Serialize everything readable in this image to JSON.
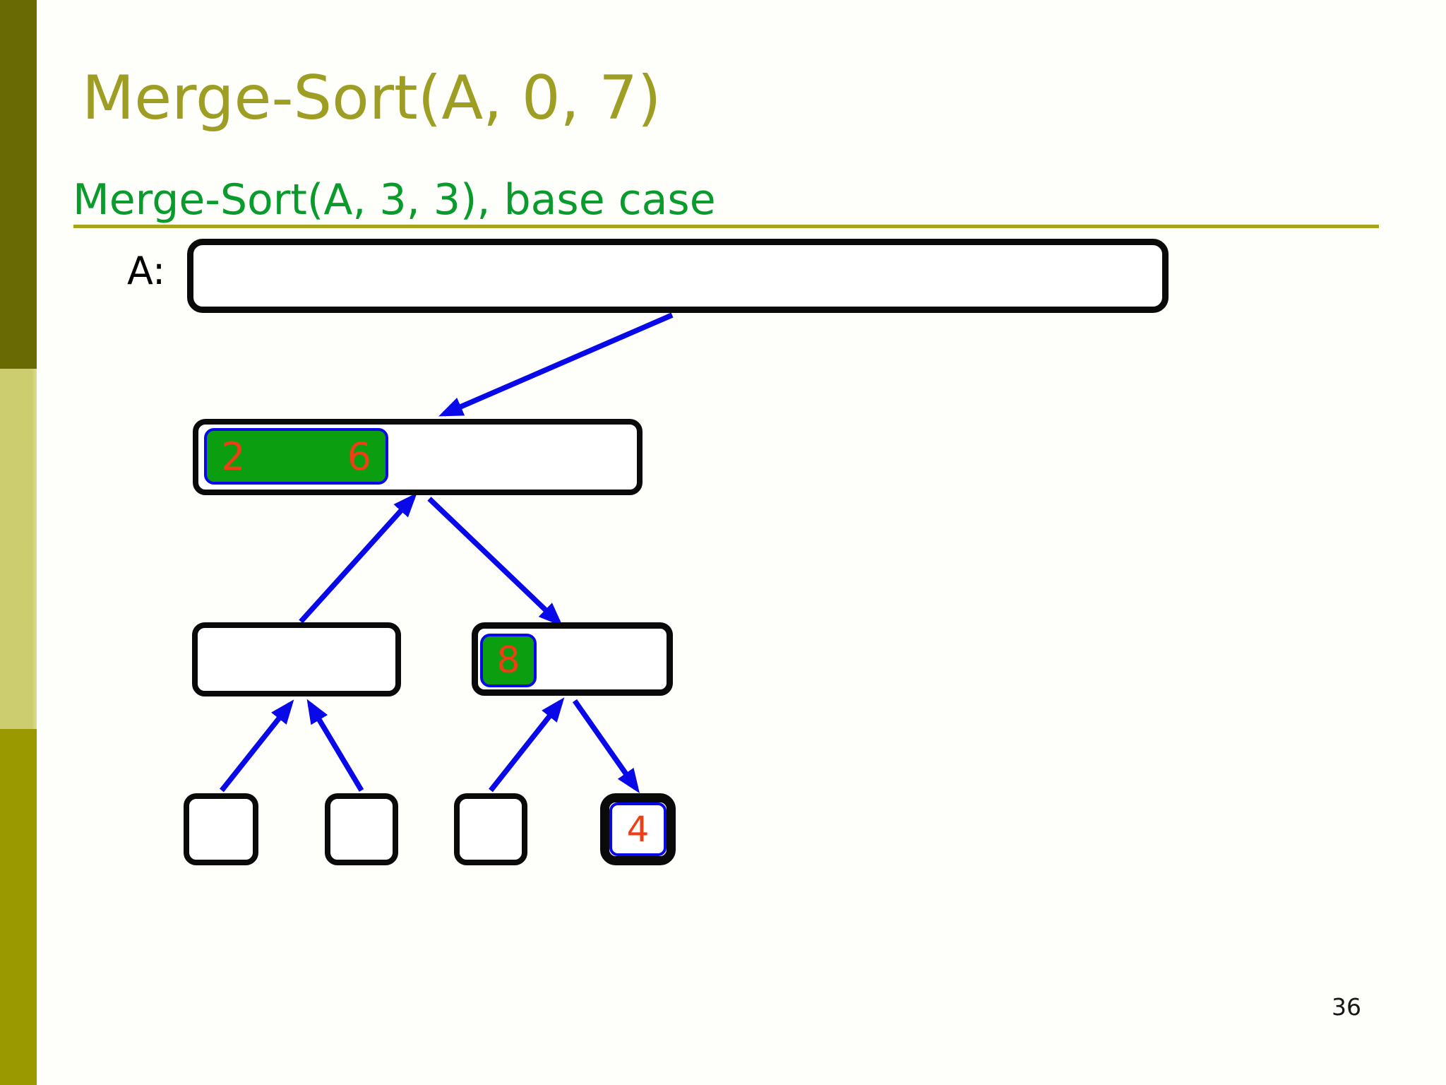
{
  "slide": {
    "title": "Merge-Sort(A, 0, 7)",
    "subtitle": "Merge-Sort(A, 3, 3), base case",
    "page_number": "36"
  },
  "colors": {
    "title_olive": "#9e9e24",
    "subtitle_green": "#0a9b2d",
    "underline_olive": "#a8a41e",
    "sidebar_top": "#6a6a05",
    "sidebar_middle": "#cbcd6e",
    "sidebar_bottom": "#9a9a00",
    "arrow_blue": "#0808e8",
    "cell_green": "#0a9e10",
    "cell_blue": "#0808e8",
    "value_red": "#ee3e16"
  },
  "diagram": {
    "array_label": "A:",
    "level2": {
      "merged_values": [
        "2",
        "6"
      ]
    },
    "level3": {
      "right_merged_values": [
        "8"
      ]
    },
    "level4": {
      "boxes": [
        {
          "value": ""
        },
        {
          "value": ""
        },
        {
          "value": ""
        },
        {
          "value": "4",
          "state": "base-case-active"
        }
      ]
    }
  }
}
